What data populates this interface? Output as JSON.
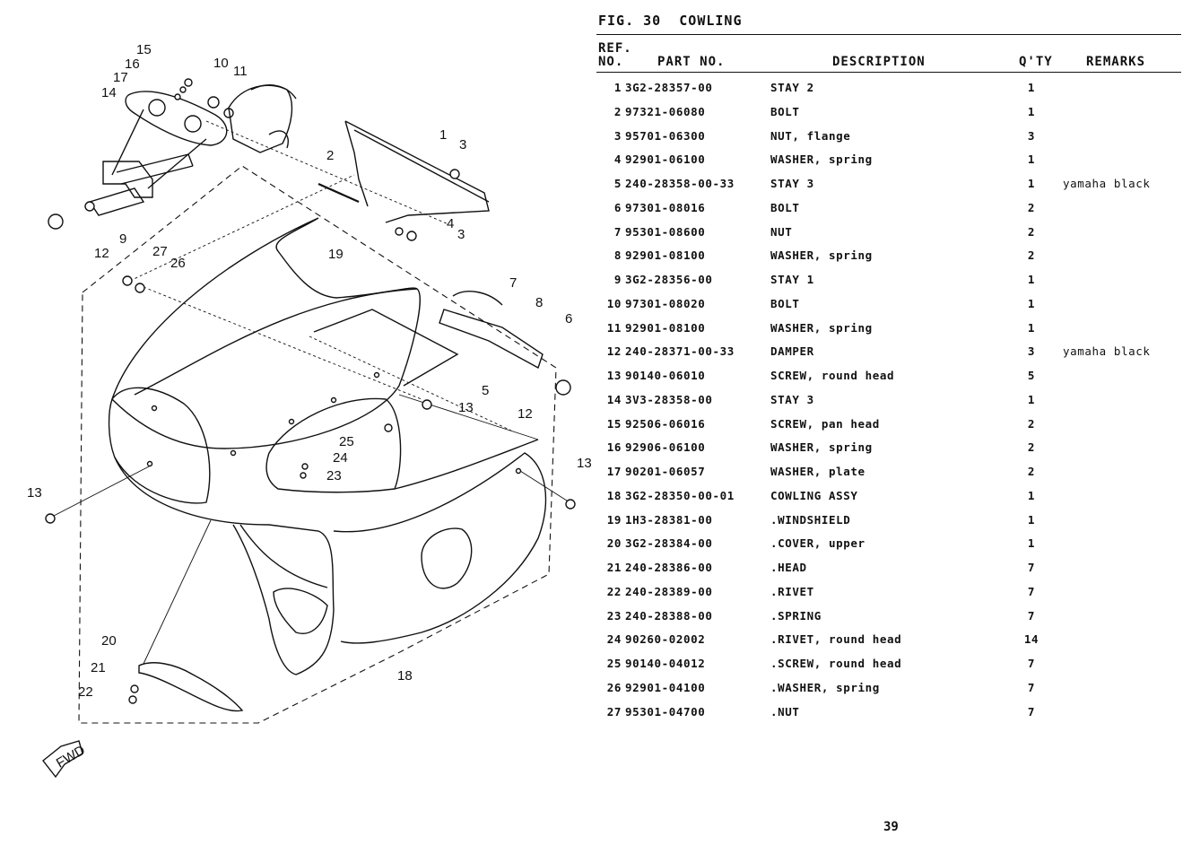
{
  "figure": {
    "label": "FIG. 30",
    "name": "COWLING"
  },
  "table": {
    "headers": {
      "ref_line1": "REF.",
      "ref_line2": "NO.",
      "part_no": "PART NO.",
      "description": "DESCRIPTION",
      "qty": "Q'TY",
      "remarks": "REMARKS"
    },
    "rows": [
      {
        "ref": "1",
        "part": "3G2-28357-00",
        "desc": "STAY 2",
        "qty": "1",
        "remarks": ""
      },
      {
        "ref": "2",
        "part": "97321-06080",
        "desc": "BOLT",
        "qty": "1",
        "remarks": ""
      },
      {
        "ref": "3",
        "part": "95701-06300",
        "desc": "NUT, flange",
        "qty": "3",
        "remarks": ""
      },
      {
        "ref": "4",
        "part": "92901-06100",
        "desc": "WASHER, spring",
        "qty": "1",
        "remarks": ""
      },
      {
        "ref": "5",
        "part": "240-28358-00-33",
        "desc": "STAY 3",
        "qty": "1",
        "remarks": "yamaha black"
      },
      {
        "ref": "6",
        "part": "97301-08016",
        "desc": "BOLT",
        "qty": "2",
        "remarks": ""
      },
      {
        "ref": "7",
        "part": "95301-08600",
        "desc": "NUT",
        "qty": "2",
        "remarks": ""
      },
      {
        "ref": "8",
        "part": "92901-08100",
        "desc": "WASHER, spring",
        "qty": "2",
        "remarks": ""
      },
      {
        "ref": "9",
        "part": "3G2-28356-00",
        "desc": "STAY 1",
        "qty": "1",
        "remarks": ""
      },
      {
        "ref": "10",
        "part": "97301-08020",
        "desc": "BOLT",
        "qty": "1",
        "remarks": ""
      },
      {
        "ref": "11",
        "part": "92901-08100",
        "desc": "WASHER, spring",
        "qty": "1",
        "remarks": ""
      },
      {
        "ref": "12",
        "part": "240-28371-00-33",
        "desc": "DAMPER",
        "qty": "3",
        "remarks": "yamaha black"
      },
      {
        "ref": "13",
        "part": "90140-06010",
        "desc": "SCREW, round head",
        "qty": "5",
        "remarks": ""
      },
      {
        "ref": "14",
        "part": "3V3-28358-00",
        "desc": "STAY 3",
        "qty": "1",
        "remarks": ""
      },
      {
        "ref": "15",
        "part": "92506-06016",
        "desc": "SCREW, pan head",
        "qty": "2",
        "remarks": ""
      },
      {
        "ref": "16",
        "part": "92906-06100",
        "desc": "WASHER, spring",
        "qty": "2",
        "remarks": ""
      },
      {
        "ref": "17",
        "part": "90201-06057",
        "desc": "WASHER, plate",
        "qty": "2",
        "remarks": ""
      },
      {
        "ref": "18",
        "part": "3G2-28350-00-01",
        "desc": "COWLING ASSY",
        "qty": "1",
        "remarks": ""
      },
      {
        "ref": "19",
        "part": "1H3-28381-00",
        "desc": ".WINDSHIELD",
        "qty": "1",
        "remarks": ""
      },
      {
        "ref": "20",
        "part": "3G2-28384-00",
        "desc": ".COVER, upper",
        "qty": "1",
        "remarks": ""
      },
      {
        "ref": "21",
        "part": "240-28386-00",
        "desc": ".HEAD",
        "qty": "7",
        "remarks": ""
      },
      {
        "ref": "22",
        "part": "240-28389-00",
        "desc": ".RIVET",
        "qty": "7",
        "remarks": ""
      },
      {
        "ref": "23",
        "part": "240-28388-00",
        "desc": ".SPRING",
        "qty": "7",
        "remarks": ""
      },
      {
        "ref": "24",
        "part": "90260-02002",
        "desc": ".RIVET, round head",
        "qty": "14",
        "remarks": ""
      },
      {
        "ref": "25",
        "part": "90140-04012",
        "desc": ".SCREW, round head",
        "qty": "7",
        "remarks": ""
      },
      {
        "ref": "26",
        "part": "92901-04100",
        "desc": ".WASHER, spring",
        "qty": "7",
        "remarks": ""
      },
      {
        "ref": "27",
        "part": "95301-04700",
        "desc": ".NUT",
        "qty": "7",
        "remarks": ""
      }
    ]
  },
  "diagram": {
    "callouts": [
      "1",
      "2",
      "3",
      "3",
      "4",
      "5",
      "6",
      "7",
      "8",
      "9",
      "10",
      "11",
      "12",
      "12",
      "13",
      "13",
      "13",
      "14",
      "15",
      "16",
      "17",
      "18",
      "19",
      "20",
      "21",
      "22",
      "23",
      "24",
      "25",
      "26",
      "27"
    ],
    "fwd_label": "FWD"
  },
  "page": {
    "number": "39"
  }
}
